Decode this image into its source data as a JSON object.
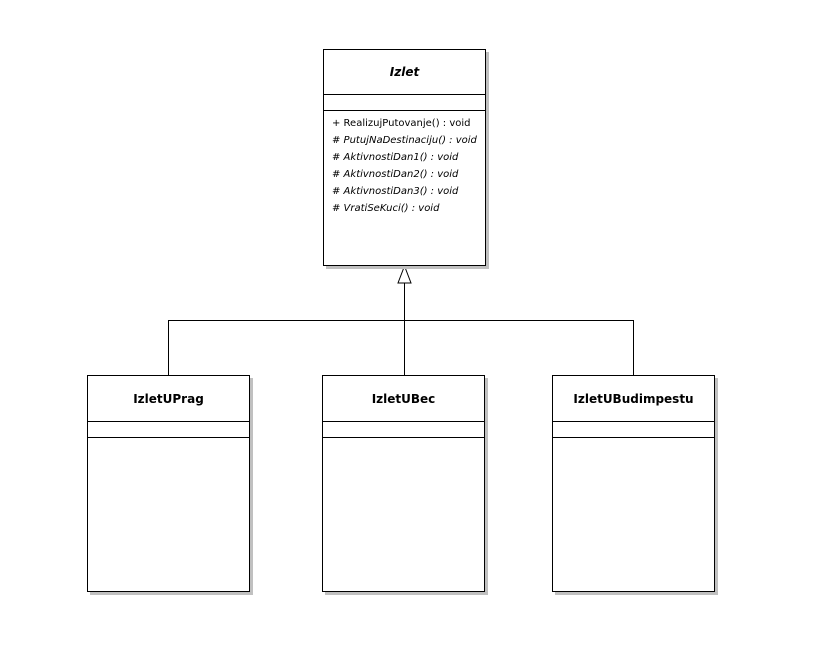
{
  "classes": {
    "base": {
      "name": "Izlet",
      "operations": [
        "+ RealizujPutovanje() : void",
        "# PutujNaDestinaciju() : void",
        "# AktivnostiDan1() : void",
        "# AktivnostiDan2() : void",
        "# AktivnostiDan3() : void",
        "# VratiSeKuci() : void"
      ]
    },
    "subclass_prag": {
      "name": "IzletUPrag"
    },
    "subclass_bec": {
      "name": "IzletUBec"
    },
    "subclass_budim": {
      "name": "IzletUBudimpestu"
    }
  }
}
